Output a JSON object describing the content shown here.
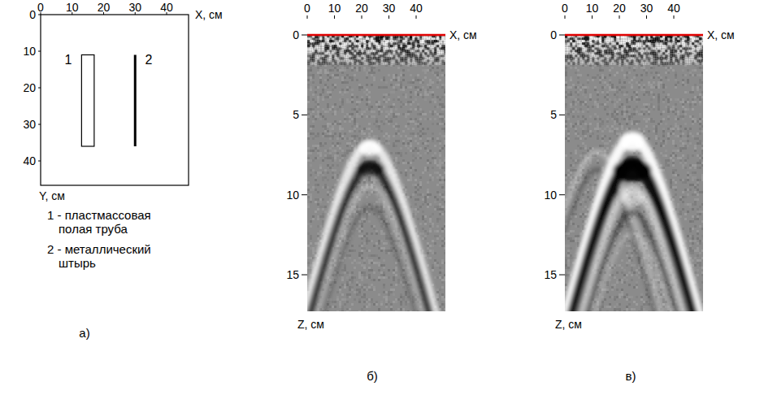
{
  "diagram": {
    "labels": [
      "0",
      "10",
      "20",
      "30",
      "40",
      "X, см",
      "0",
      "10",
      "20",
      "30",
      "40",
      "1",
      "2",
      "Y, см",
      "1 - пластмассовая полая труба",
      "2 - металлический штырь",
      "а)",
      "0",
      "10",
      "20",
      "30",
      "40",
      "X, см",
      "0",
      "5",
      "10",
      "15",
      "Z, см",
      "б)",
      "0",
      "10",
      "20",
      "30",
      "40",
      "X, см",
      "0",
      "5",
      "10",
      "15",
      "Z, см",
      "в)"
    ]
  }
}
